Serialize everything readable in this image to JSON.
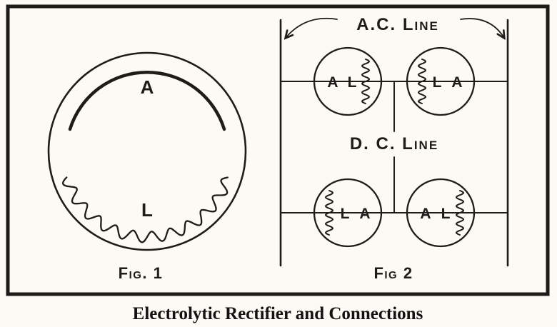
{
  "figure": {
    "caption": "Electrolytic Rectifier and Connections",
    "fig1": {
      "label": "Fig. 1",
      "aluminum_electrode": "A",
      "lead_electrode": "L"
    },
    "fig2": {
      "label": "Fig 2",
      "ac_line_label": "A.C. Line",
      "dc_line_label": "D. C. Line",
      "cells": {
        "top_left": {
          "left": "A",
          "right": "L"
        },
        "top_right": {
          "left": "L",
          "right": "A"
        },
        "bottom_left": {
          "left": "L",
          "right": "A"
        },
        "bottom_right": {
          "left": "A",
          "right": "L"
        }
      }
    },
    "colors": {
      "ink": "#1d1c19",
      "paper": "#fbfaf5"
    }
  }
}
